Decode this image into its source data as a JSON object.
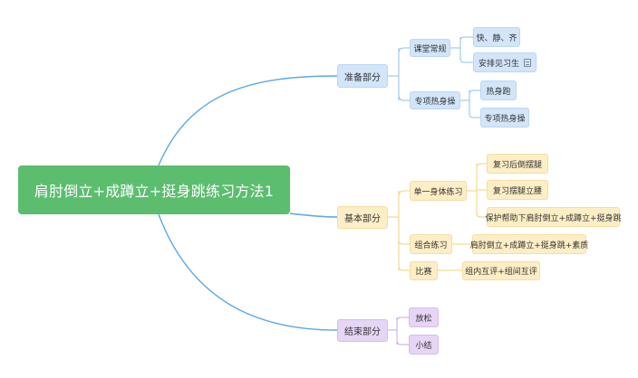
{
  "root": {
    "label": "肩肘倒立+成蹲立+挺身跳练习方法1"
  },
  "sections": {
    "prep": {
      "label": "准备部分",
      "classroom": {
        "label": "课堂常规",
        "items": [
          "快、静、齐",
          "安排见习生"
        ]
      },
      "warmup": {
        "label": "专项热身操",
        "items": [
          "热身跑",
          "专项热身操"
        ]
      }
    },
    "basic": {
      "label": "基本部分",
      "single": {
        "label": "单一身体练习",
        "items": [
          "复习后倒摆腿",
          "复习摆腿立腰",
          "保护帮助下肩肘倒立+成蹲立+挺身跳"
        ]
      },
      "combo": {
        "label": "组合练习",
        "items": [
          "肩肘倒立+成蹲立+挺身跳+素质"
        ]
      },
      "match": {
        "label": "比赛",
        "items": [
          "组内互评+组间互评"
        ]
      }
    },
    "end": {
      "label": "结束部分",
      "items": [
        "放松",
        "小结"
      ]
    }
  },
  "icons": {
    "note": "note-icon"
  },
  "colors": {
    "root": "#5cbd6f",
    "prep": "#d2e5f9",
    "basic": "#fdeec5",
    "end": "#e6d5f5",
    "line_root": "#5aa9e6",
    "line_prep": "#8fc1ea",
    "line_basic": "#f2d27a",
    "line_end": "#c9a6e8"
  }
}
